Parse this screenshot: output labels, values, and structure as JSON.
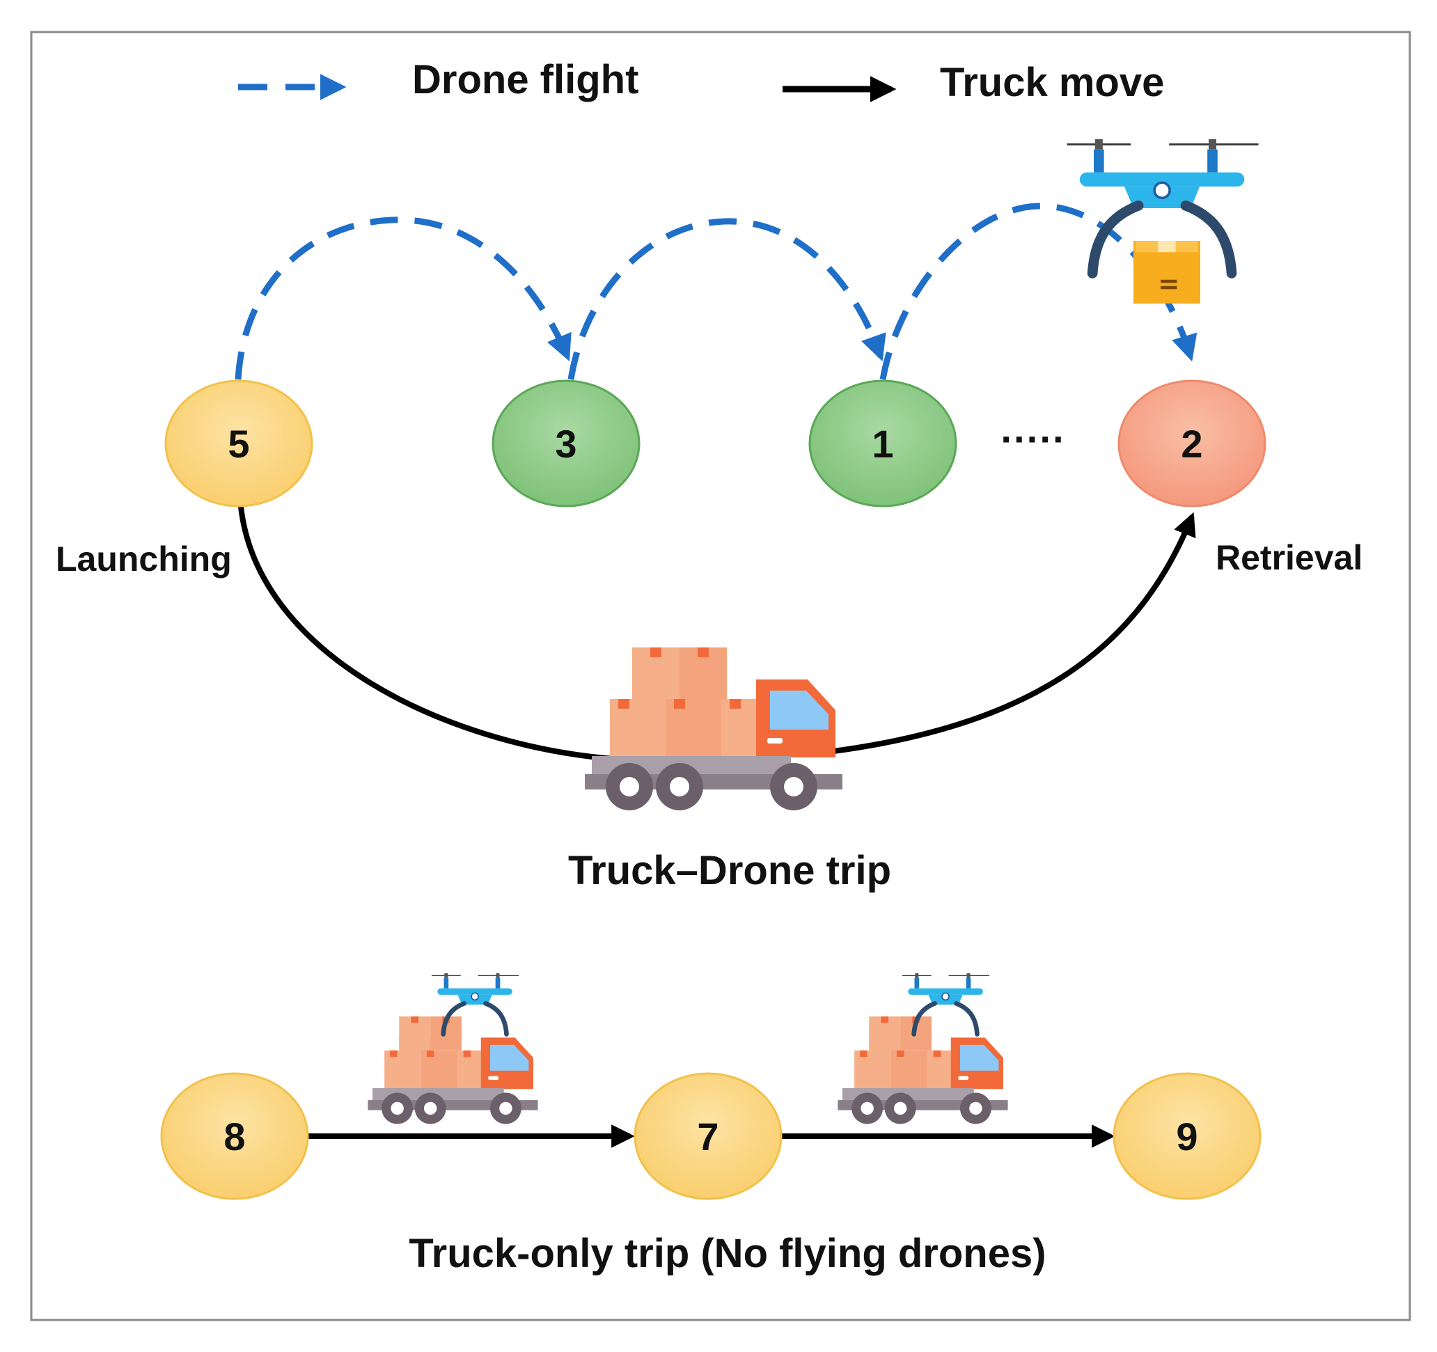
{
  "legend": {
    "drone_label": "Drone flight",
    "truck_label": "Truck move"
  },
  "colors": {
    "drone_path": "#1f6fc9",
    "truck_path": "#000000",
    "launch_node": "#fcd582",
    "customer_node": "#8dc98a",
    "retrieval_node": "#f5a588",
    "node_text": "#111111"
  },
  "truck_drone_trip": {
    "title": "Truck–Drone trip",
    "launch_label": "Launching",
    "retrieval_label": "Retrieval",
    "ellipsis": "·····",
    "nodes": [
      {
        "id": "5",
        "role": "launch"
      },
      {
        "id": "3",
        "role": "customer"
      },
      {
        "id": "1",
        "role": "customer"
      },
      {
        "id": "2",
        "role": "retrieval"
      }
    ]
  },
  "truck_only_trip": {
    "title": "Truck-only trip (No flying drones)",
    "nodes": [
      {
        "id": "8",
        "role": "launch"
      },
      {
        "id": "7",
        "role": "launch"
      },
      {
        "id": "9",
        "role": "launch"
      }
    ]
  },
  "icons": [
    "drone-with-package-icon",
    "truck-icon",
    "truck-with-drone-icon"
  ]
}
